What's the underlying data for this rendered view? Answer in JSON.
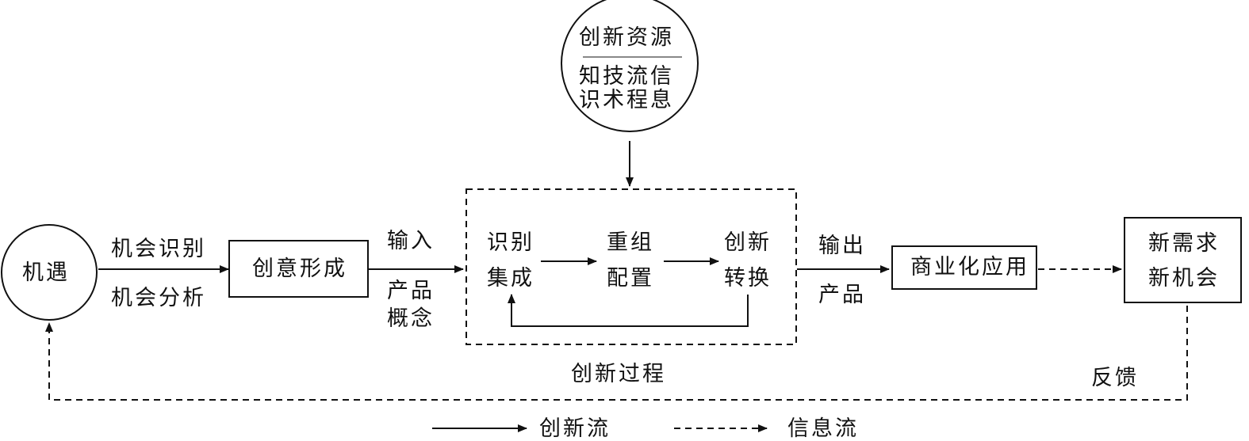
{
  "nodes": {
    "opportunity": "机遇",
    "idea_formation": "创意形成",
    "commercialization": "商业化应用",
    "new_demand_line1": "新需求",
    "new_demand_line2": "新机会",
    "resources_title": "创新资源",
    "resources_row1": "知技流信",
    "resources_row2": "识术程息",
    "process_label": "创新过程",
    "step1_line1": "识别",
    "step1_line2": "集成",
    "step2_line1": "重组",
    "step2_line2": "配置",
    "step3_line1": "创新",
    "step3_line2": "转换"
  },
  "edges": {
    "opp_top": "机会识别",
    "opp_bottom": "机会分析",
    "input_top": "输入",
    "input_bottom1": "产品",
    "input_bottom2": "概念",
    "output_top": "输出",
    "output_bottom": "产品",
    "feedback": "反馈"
  },
  "legend": {
    "solid": "创新流",
    "dashed": "信息流"
  }
}
